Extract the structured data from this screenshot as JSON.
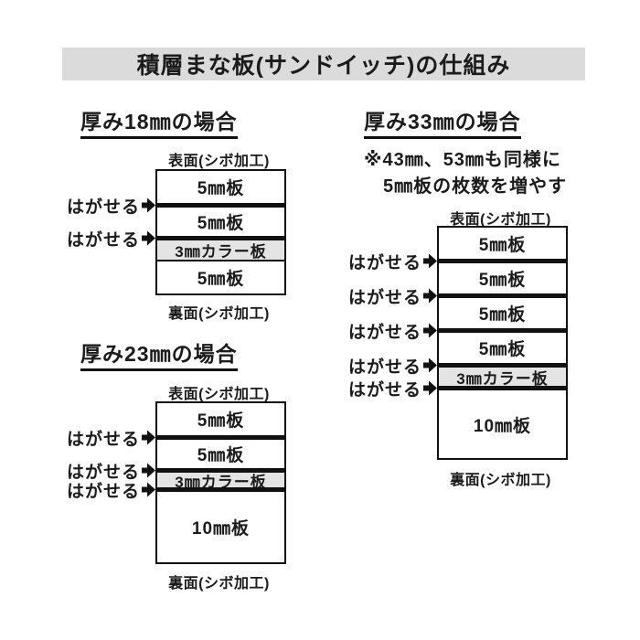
{
  "title": "積層まな板(サンドイッチ)の仕組み",
  "colors": {
    "banner_bg": "#dbdbdb",
    "color_board_bg": "#e4e4e4",
    "line": "#111111",
    "text": "#1b1b1b",
    "background": "#ffffff"
  },
  "diagrams": [
    {
      "id": "18mm",
      "heading": "厚み18㎜の場合",
      "front_label": "表面(シボ加工)",
      "back_label": "裏面(シボ加工)",
      "peel_label": "はがせる",
      "peel_count": 2,
      "layers": [
        {
          "label": "5㎜板",
          "type": "board"
        },
        {
          "label": "5㎜板",
          "type": "board"
        },
        {
          "label": "3㎜カラー板",
          "type": "color"
        },
        {
          "label": "5㎜板",
          "type": "board"
        }
      ]
    },
    {
      "id": "23mm",
      "heading": "厚み23㎜の場合",
      "front_label": "表面(シボ加工)",
      "back_label": "裏面(シボ加工)",
      "peel_label": "はがせる",
      "peel_count": 3,
      "layers": [
        {
          "label": "5㎜板",
          "type": "board"
        },
        {
          "label": "5㎜板",
          "type": "board"
        },
        {
          "label": "3㎜カラー板",
          "type": "color"
        },
        {
          "label": "10㎜板",
          "type": "board"
        }
      ]
    },
    {
      "id": "33mm",
      "heading": "厚み33㎜の場合",
      "note_line1": "※43㎜、53㎜も同様に",
      "note_line2": "5㎜板の枚数を増やす",
      "front_label": "表面(シボ加工)",
      "back_label": "裏面(シボ加工)",
      "peel_label": "はがせる",
      "peel_count": 5,
      "layers": [
        {
          "label": "5㎜板",
          "type": "board"
        },
        {
          "label": "5㎜板",
          "type": "board"
        },
        {
          "label": "5㎜板",
          "type": "board"
        },
        {
          "label": "5㎜板",
          "type": "board"
        },
        {
          "label": "3㎜カラー板",
          "type": "color"
        },
        {
          "label": "10㎜板",
          "type": "board"
        }
      ]
    }
  ]
}
